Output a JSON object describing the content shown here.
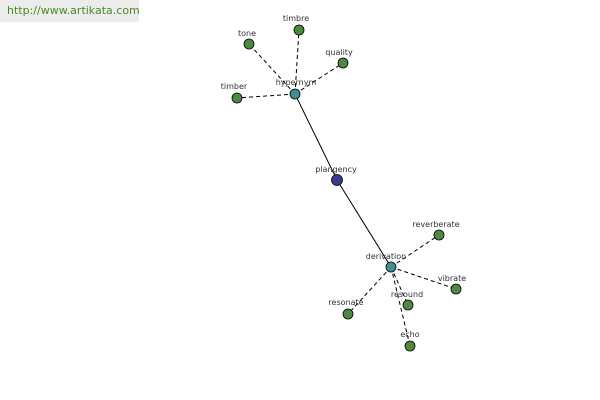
{
  "source": {
    "url": "http://www.artikata.com"
  },
  "colors": {
    "leaf": "#4c8a3f",
    "relation": "#3f8f93",
    "center": "#3a3b8f"
  },
  "graph": {
    "center": {
      "id": "plangency",
      "label": "plangency",
      "kind": "center"
    },
    "relations": [
      {
        "id": "hypernym",
        "label": "hypernym",
        "kind": "relation"
      },
      {
        "id": "derivation",
        "label": "derivation",
        "kind": "relation"
      }
    ],
    "leaves": [
      {
        "id": "tone",
        "label": "tone",
        "parent": "hypernym"
      },
      {
        "id": "timbre",
        "label": "timbre",
        "parent": "hypernym"
      },
      {
        "id": "quality",
        "label": "quality",
        "parent": "hypernym"
      },
      {
        "id": "timber",
        "label": "timber",
        "parent": "hypernym"
      },
      {
        "id": "reverberate",
        "label": "reverberate",
        "parent": "derivation"
      },
      {
        "id": "vibrate",
        "label": "vibrate",
        "parent": "derivation"
      },
      {
        "id": "resound",
        "label": "resound",
        "parent": "derivation"
      },
      {
        "id": "resonate",
        "label": "resonate",
        "parent": "derivation"
      },
      {
        "id": "echo",
        "label": "echo",
        "parent": "derivation"
      }
    ]
  }
}
